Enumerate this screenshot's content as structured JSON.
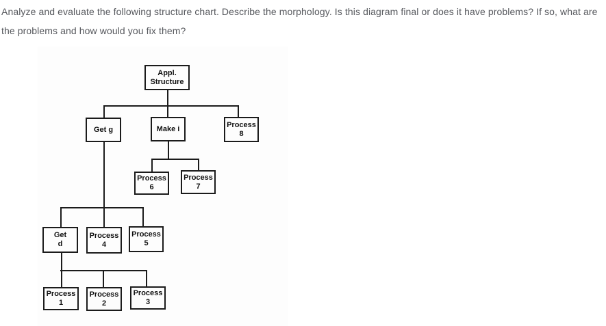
{
  "question": {
    "text": "Analyze and evaluate the following structure chart. Describe the morphology. Is this diagram final or does it have problems? If so, what are the problems and how would you fix them?"
  },
  "diagram": {
    "type": "structure-chart",
    "colors": {
      "line": "#1b1b1b",
      "box_border": "#1b1b1b",
      "box_text": "#111111",
      "question_text": "#55575c",
      "scan_background": "#fdfdfd"
    },
    "nodes": [
      {
        "id": "appl-structure",
        "label": "Appl.\nStructure",
        "children": [
          "get-g",
          "make-i",
          "process-8"
        ]
      },
      {
        "id": "get-g",
        "label": "Get g",
        "children": [
          "get-d",
          "process-4",
          "process-5"
        ]
      },
      {
        "id": "make-i",
        "label": "Make i",
        "children": [
          "process-6",
          "process-7"
        ]
      },
      {
        "id": "process-8",
        "label": "Process\n8",
        "children": []
      },
      {
        "id": "process-6",
        "label": "Process\n6",
        "children": []
      },
      {
        "id": "process-7",
        "label": "Process\n7",
        "children": []
      },
      {
        "id": "get-d",
        "label": "Get\nd",
        "children": [
          "process-1",
          "process-2",
          "process-3"
        ]
      },
      {
        "id": "process-4",
        "label": "Process\n4",
        "children": []
      },
      {
        "id": "process-5",
        "label": "Process\n5",
        "children": []
      },
      {
        "id": "process-1",
        "label": "Process\n1",
        "children": []
      },
      {
        "id": "process-2",
        "label": "Process\n2",
        "children": []
      },
      {
        "id": "process-3",
        "label": "Process\n3",
        "children": []
      }
    ]
  }
}
